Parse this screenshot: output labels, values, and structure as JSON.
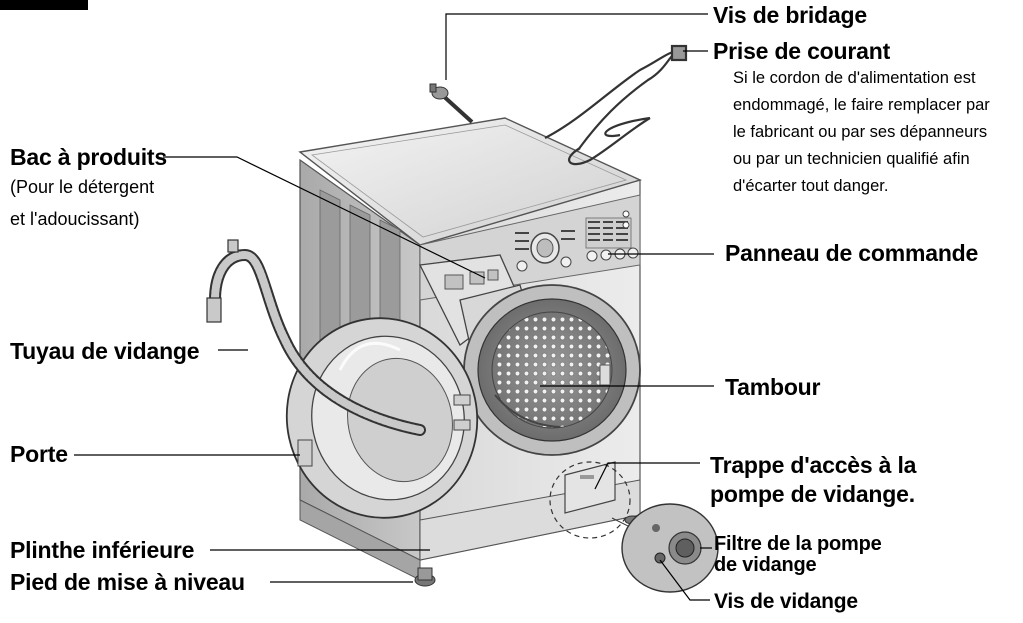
{
  "labels": {
    "vis_bridage": "Vis de bridage",
    "prise_courant": "Prise de courant",
    "prise_note": [
      "Si le cordon de d'alimentation est",
      "endommagé, le faire remplacer par",
      "le fabricant ou par ses dépanneurs",
      "ou par un technicien qualifié afin",
      "d'écarter tout danger."
    ],
    "bac_produits": "Bac à produits",
    "bac_note": [
      "(Pour le détergent",
      "et l'adoucissant)"
    ],
    "panneau_commande": "Panneau de commande",
    "tuyau_vidange": "Tuyau de vidange",
    "tambour": "Tambour",
    "porte": "Porte",
    "trappe_acces": [
      "Trappe d'accès à la",
      "pompe de vidange."
    ],
    "filtre_pompe": [
      "Filtre de la pompe",
      "de vidange"
    ],
    "plinthe": "Plinthe inférieure",
    "pied_niveau": "Pied de mise à niveau",
    "vis_vidange": "Vis de vidange"
  },
  "colors": {
    "line": "#000000",
    "body_light": "#e6e6e6",
    "body_mid": "#bdbdbd",
    "body_dark": "#8a8a8a",
    "detail": "#555555"
  }
}
